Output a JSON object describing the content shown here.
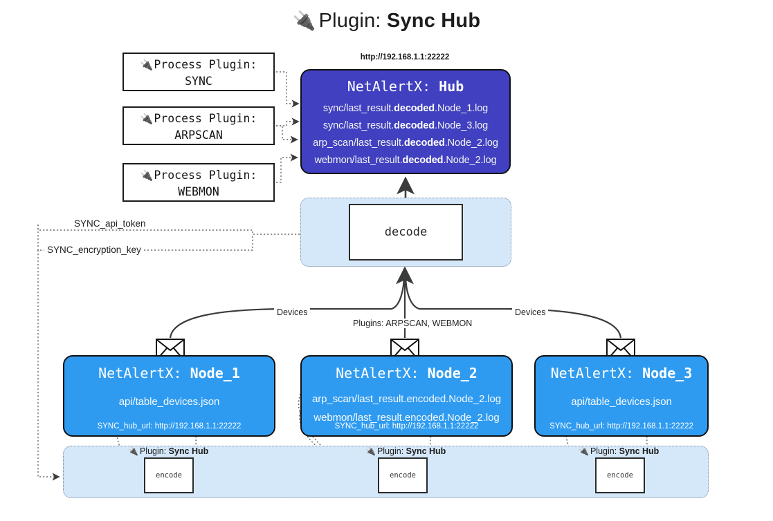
{
  "title": {
    "icon": "plug-icon",
    "prefix": "Plugin: ",
    "name": "Sync Hub"
  },
  "process_plugins": [
    {
      "icon": "plug-icon",
      "line1": "Process Plugin:",
      "line2": "SYNC"
    },
    {
      "icon": "plug-icon",
      "line1": "Process Plugin:",
      "line2": "ARPSCAN"
    },
    {
      "icon": "plug-icon",
      "line1": "Process Plugin:",
      "line2": "WEBMON"
    }
  ],
  "hub": {
    "url": "http://192.168.1.1:22222",
    "title_prefix": "NetAlertX: ",
    "title_name": "Hub",
    "fill_color": "#4040c0",
    "logs": [
      {
        "pre": "sync/last_result.",
        "mid": "decoded",
        "post": ".Node_1.log"
      },
      {
        "pre": "sync/last_result.",
        "mid": "decoded",
        "post": ".Node_3.log"
      },
      {
        "pre": "arp_scan/last_result.",
        "mid": "decoded",
        "post": ".Node_2.log"
      },
      {
        "pre": "webmon/last_result.",
        "mid": "decoded",
        "post": ".Node_2.log"
      }
    ]
  },
  "decode": {
    "label": "decode",
    "container_color": "#d5e8fa"
  },
  "secrets": [
    {
      "label": "SYNC_api_token"
    },
    {
      "label": "SYNC_encryption_key"
    }
  ],
  "edge_labels": {
    "devices_left": "Devices",
    "devices_right": "Devices",
    "plugins_center": "Plugins: ARPSCAN, WEBMON"
  },
  "nodes": [
    {
      "icon": "envelope-icon",
      "title_prefix": "NetAlertX: ",
      "title_name": "Node_1",
      "fill_color": "#2f9bf0",
      "lines": [
        "api/table_devices.json"
      ],
      "footer": "SYNC_hub_url: http://192.168.1.1:22222"
    },
    {
      "icon": "envelope-icon",
      "title_prefix": "NetAlertX: ",
      "title_name": "Node_2",
      "fill_color": "#2f9bf0",
      "lines": [
        "arp_scan/last_result.encoded.Node_2.log",
        "webmon/last_result.encoded.Node_2.log"
      ],
      "footer": "SYNC_hub_url: http://192.168.1.1:22222"
    },
    {
      "icon": "envelope-icon",
      "title_prefix": "NetAlertX: ",
      "title_name": "Node_3",
      "fill_color": "#2f9bf0",
      "lines": [
        "api/table_devices.json"
      ],
      "footer": "SYNC_hub_url: http://192.168.1.1:22222"
    }
  ],
  "bottom": {
    "container_color": "#d5e8fa",
    "plugin_captions": [
      {
        "icon": "plug-icon",
        "prefix": "Plugin: ",
        "name": "Sync Hub"
      },
      {
        "icon": "plug-icon",
        "prefix": "Plugin: ",
        "name": "Sync Hub"
      },
      {
        "icon": "plug-icon",
        "prefix": "Plugin: ",
        "name": "Sync Hub"
      }
    ],
    "encode_label": "encode"
  }
}
